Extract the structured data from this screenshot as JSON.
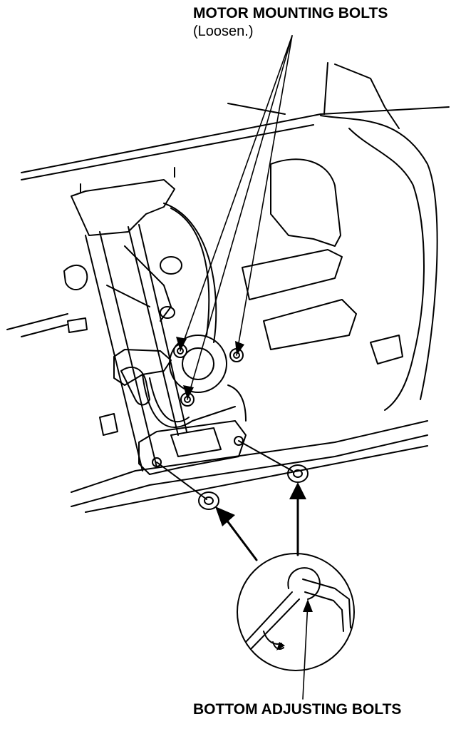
{
  "labels": {
    "motor_mounting_bolts": "MOTOR MOUNTING BOLTS",
    "motor_mounting_bolts_note": "(Loosen.)",
    "bottom_adjusting_bolts": "BOTTOM ADJUSTING BOLTS"
  },
  "colors": {
    "ink": "#000000",
    "paper": "#ffffff"
  }
}
